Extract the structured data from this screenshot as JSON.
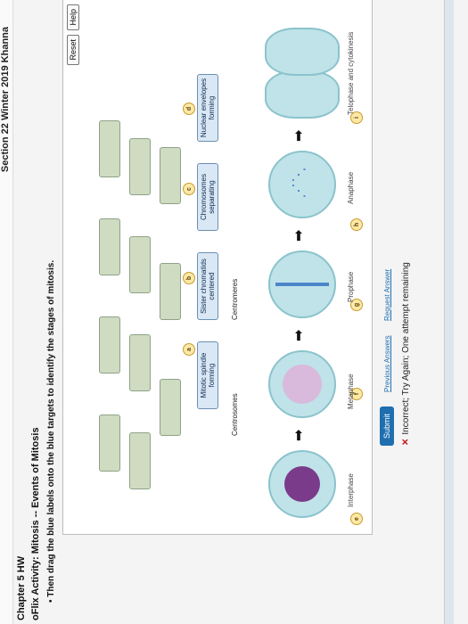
{
  "header": {
    "section": "Section 22 Winter 2019 Khanna",
    "chapter": "Chapter 5 HW",
    "activity": "oFlix Activity: Mitosis -- Events of Mitosis",
    "instruction": "Then drag the blue labels onto the blue targets to identify the stages of mitosis."
  },
  "toolbar": {
    "reset": "Reset",
    "help": "Help"
  },
  "labels": [
    "Mitotic spindle forming",
    "Sister chromatids centered",
    "Chromosomes separating",
    "Nuclear envelopes forming"
  ],
  "letters": [
    "a",
    "b",
    "c",
    "d",
    "e",
    "f",
    "g",
    "h",
    "i"
  ],
  "stages": [
    "Interphase",
    "Metaphase",
    "Prophase",
    "Anaphase",
    "Telophase and cytokinesis"
  ],
  "captions": {
    "centrosomes": "Centrosomes",
    "centromeres": "Centromeres"
  },
  "footer": {
    "submit": "Submit",
    "previous": "Previous Answers",
    "request": "Request Answer",
    "feedback": "Incorrect; Try Again; One attempt remaining"
  },
  "colors": {
    "target": "#cfdcc1",
    "label": "#d9e8f4",
    "submit": "#1f6fb0",
    "cell": "#bfe3e8",
    "nucleus": "#7a3b8a"
  }
}
